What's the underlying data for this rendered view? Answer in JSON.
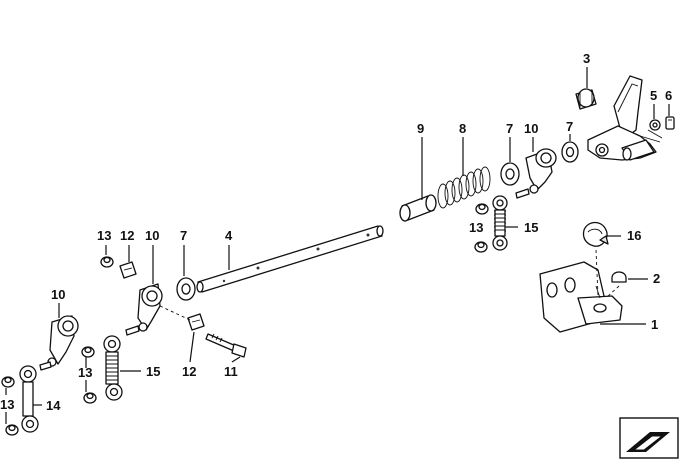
{
  "callouts": {
    "c1": "1",
    "c2": "2",
    "c3": "3",
    "c4": "4",
    "c5": "5",
    "c6": "6",
    "c7a": "7",
    "c7b": "7",
    "c7c": "7",
    "c8": "8",
    "c9": "9",
    "c10a": "10",
    "c10b": "10",
    "c10c": "10",
    "c11": "11",
    "c12a": "12",
    "c12b": "12",
    "c13a": "13",
    "c13b": "13",
    "c13c": "13",
    "c13d": "13",
    "c14": "14",
    "c15a": "15",
    "c15b": "15",
    "c16": "16"
  },
  "icons": {
    "corner_logo": "bmw-diagram-corner-icon"
  }
}
